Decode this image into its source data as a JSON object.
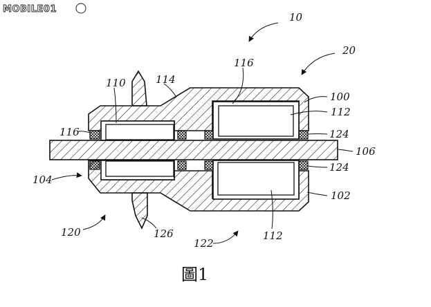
{
  "watermark": {
    "text": "MOBILE01"
  },
  "caption": "圖1",
  "labels": {
    "l10": "10",
    "l20": "20",
    "l100": "100",
    "l102": "102",
    "l104": "104",
    "l106": "106",
    "l110": "110",
    "l112a": "112",
    "l112b": "112",
    "l114": "114",
    "l116a": "116",
    "l116b": "116",
    "l120": "120",
    "l122": "122",
    "l124a": "124",
    "l124b": "124",
    "l126": "126"
  }
}
